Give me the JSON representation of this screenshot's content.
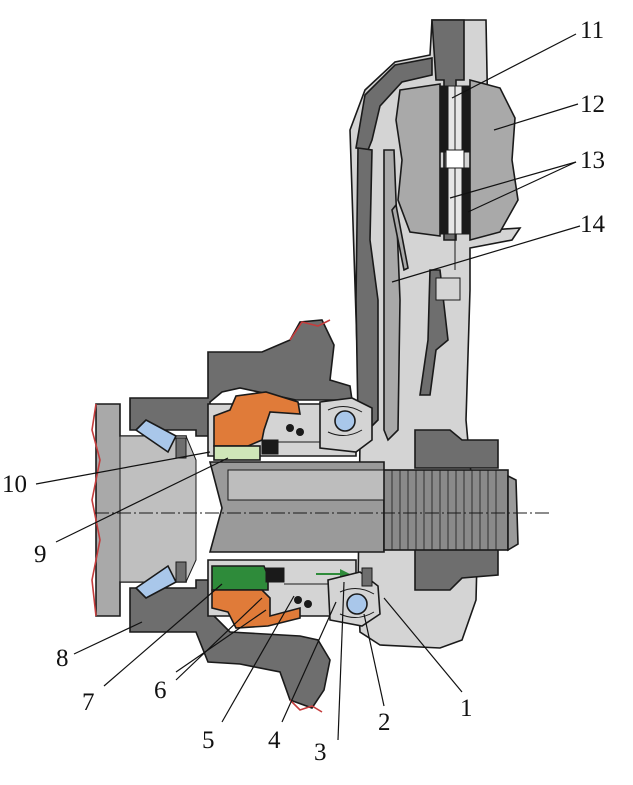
{
  "diagram": {
    "type": "cross-section",
    "colors": {
      "housing_gray": "#6e6e6e",
      "light_gray": "#d4d4d4",
      "mid_gray": "#a9a9a9",
      "shaft_gray": "#9a9a9a",
      "seal_orange": "#e07b39",
      "seal_green": "#2e8b3a",
      "pale_green": "#cfe6b8",
      "bearing_blue": "#a9c7ea",
      "fracture_red": "#c43c3c",
      "arrow_green": "#2e8b3a"
    },
    "callouts": [
      {
        "id": "1",
        "label": "1"
      },
      {
        "id": "2",
        "label": "2"
      },
      {
        "id": "3",
        "label": "3"
      },
      {
        "id": "4",
        "label": "4"
      },
      {
        "id": "5",
        "label": "5"
      },
      {
        "id": "6",
        "label": "6"
      },
      {
        "id": "7",
        "label": "7"
      },
      {
        "id": "8",
        "label": "8"
      },
      {
        "id": "9",
        "label": "9"
      },
      {
        "id": "10",
        "label": "10"
      },
      {
        "id": "11",
        "label": "11"
      },
      {
        "id": "12",
        "label": "12"
      },
      {
        "id": "13",
        "label": "13"
      },
      {
        "id": "14",
        "label": "14"
      }
    ]
  }
}
